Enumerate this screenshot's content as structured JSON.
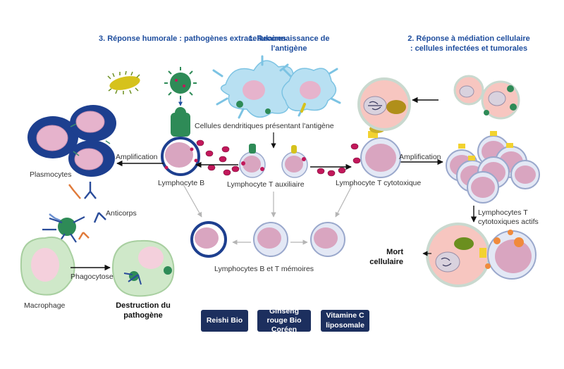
{
  "headings": {
    "humoral": "3. Réponse humorale : pathogènes extracellulaires",
    "recognition": "1. Reconnaissance de l'antigène",
    "cellular": "2. Réponse à médiation cellulaire : cellules infectées et tumorales"
  },
  "labels": {
    "dendritic": "Cellules dendritiques présentant l'antigène",
    "amplification_left": "Amplification",
    "amplification_right": "Amplification",
    "plasmocytes": "Plasmocytes",
    "lymph_b": "Lymphocyte B",
    "lymph_t_aux": "Lymphocyte T auxiliaire",
    "lymph_t_cyto": "Lymphocyte T cytotoxique",
    "anticorps": "Anticorps",
    "memory": "Lymphocytes B et T mémoires",
    "active_t": "Lymphocytes T cytotoxiques actifs",
    "mort": "Mort cellulaire",
    "phagocytose": "Phagocytose",
    "macrophage": "Macrophage",
    "destruction": "Destruction du pathogène"
  },
  "products": [
    {
      "label": "Reishi Bio"
    },
    {
      "label": "Ginseng rouge Bio Coréen"
    },
    {
      "label": "Vitamine C liposomale"
    }
  ],
  "colors": {
    "heading": "#1f4e9e",
    "product_bg": "#1c2f5e",
    "cell_pink": "#d9a5c0",
    "cell_blue": "#1d3f8f",
    "virus_green": "#2e8b57",
    "bacteria_yellow": "#d6c21c",
    "dendritic_blue": "#9fd3ea",
    "macrophage_green": "#cfe8c9",
    "marker_magenta": "#c2185b",
    "receptor_yellow": "#f2d230",
    "arrow_dark": "#111111",
    "arrow_grey": "#b5b5b5"
  }
}
